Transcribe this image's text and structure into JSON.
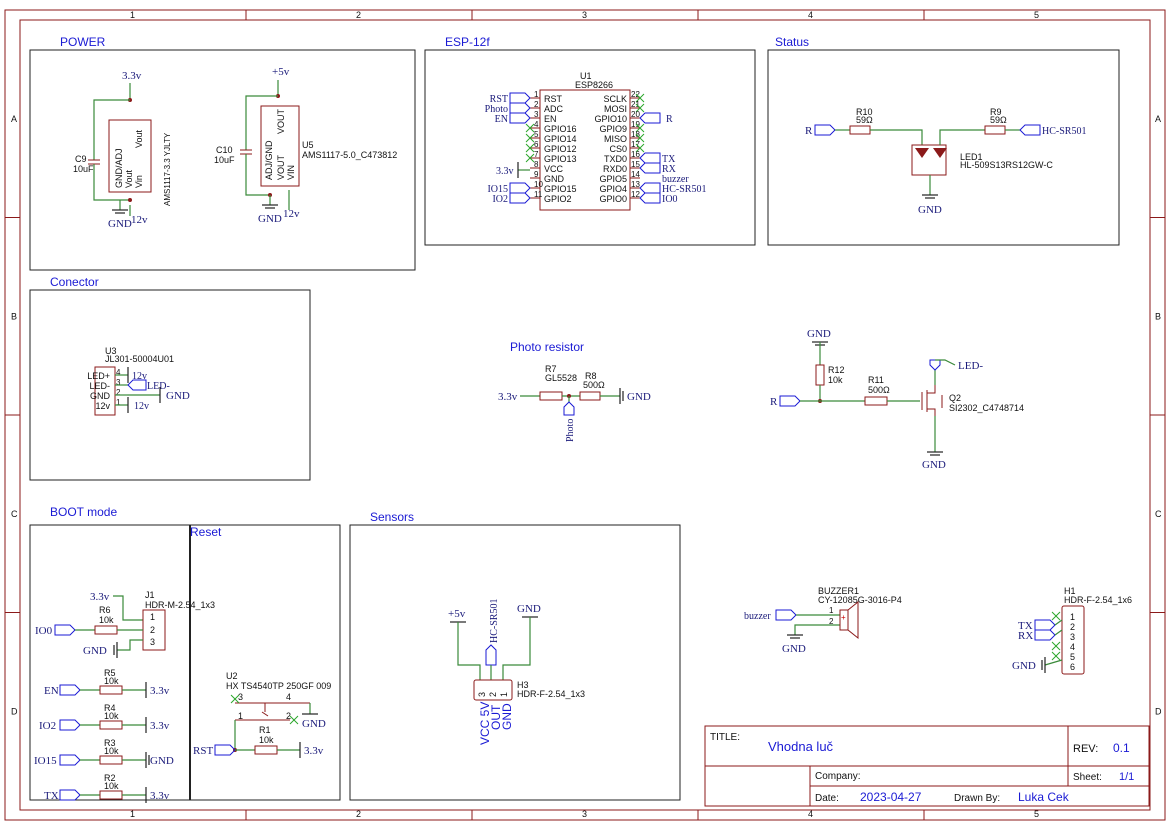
{
  "border": {
    "columns": [
      "1",
      "2",
      "3",
      "4",
      "5"
    ],
    "rows": [
      "A",
      "B",
      "C",
      "D"
    ]
  },
  "sections": {
    "power": "POWER",
    "esp": "ESP-12f",
    "status": "Status",
    "connector": "Conector",
    "photo": "Photo resistor",
    "boot": "BOOT mode",
    "reset": "Reset",
    "sensors": "Sensors"
  },
  "power": {
    "c9_ref": "C9",
    "c9_val": "10uF",
    "ldo1_name": "AMS1117-3.3 YJLTY",
    "ldo1_pins": [
      "GND/ADJ",
      "Vout",
      "Vout",
      "Vin"
    ],
    "ldo1_rail": "3.3v",
    "c10_ref": "C10",
    "c10_val": "10uF",
    "u5_ref": "U5",
    "u5_val": "AMS1117-5.0_C473812",
    "ldo2_pins": [
      "ADJ/GND",
      "VOUT",
      "VOUT",
      "VIN"
    ],
    "ldo2_rail": "+5v",
    "gnd": "GND",
    "in12": "12v"
  },
  "esp": {
    "ref": "U1",
    "name": "ESP8266",
    "left_pins": [
      "RST",
      "ADC",
      "EN",
      "GPIO16",
      "GPIO14",
      "GPIO12",
      "GPIO13",
      "VCC",
      "GND",
      "GPIO15",
      "GPIO2"
    ],
    "left_nums": [
      "1",
      "2",
      "3",
      "4",
      "5",
      "6",
      "7",
      "8",
      "9",
      "10",
      "11"
    ],
    "right_pins": [
      "SCLK",
      "MOSI",
      "GPIO10",
      "GPIO9",
      "MISO",
      "CS0",
      "TXD0",
      "RXD0",
      "GPIO5",
      "GPIO4",
      "GPIO0"
    ],
    "right_nums": [
      "22",
      "21",
      "20",
      "19",
      "18",
      "17",
      "16",
      "15",
      "14",
      "13",
      "12"
    ],
    "left_nets": [
      "RST",
      "Photo",
      "EN",
      "IO15",
      "IO2",
      "3.3v"
    ],
    "right_nets": [
      "R",
      "TX",
      "RX",
      "buzzer",
      "HC-SR501",
      "IO0"
    ]
  },
  "status": {
    "net_r": "R",
    "r10": "R10",
    "r10_val": "59Ω",
    "r9": "R9",
    "r9_val": "59Ω",
    "net_hc": "HC-SR501",
    "led": "LED1",
    "led_val": "HL-509S13RS12GW-C",
    "gnd": "GND"
  },
  "connector": {
    "ref": "U3",
    "val": "JL301-50004U01",
    "pins": [
      "LED+",
      "LED-",
      "GND",
      "12v"
    ],
    "nums": [
      "4",
      "3",
      "2",
      "1"
    ],
    "nets": [
      "12v",
      "LED-",
      "GND",
      "12v"
    ]
  },
  "photo": {
    "rail": "3.3v",
    "r7": "R7",
    "r7_val": "GL5528",
    "r8": "R8",
    "r8_val": "500Ω",
    "gnd": "GND",
    "net": "Photo"
  },
  "driver": {
    "gnd_top": "GND",
    "r12": "R12",
    "r12_val": "10k",
    "r11": "R11",
    "r11_val": "500Ω",
    "net_r": "R",
    "q2": "Q2",
    "q2_val": "SI2302_C4748714",
    "net_led": "LED-",
    "gnd_bot": "GND"
  },
  "boot": {
    "rail": "3.3v",
    "j1": "J1",
    "j1_val": "HDR-M-2.54_1x3",
    "r6": "R6",
    "r6_val": "10k",
    "io0": "IO0",
    "gnd": "GND",
    "rows": [
      {
        "net": "EN",
        "ref": "R5",
        "val": "10k",
        "to": "3.3v"
      },
      {
        "net": "IO2",
        "ref": "R4",
        "val": "10k",
        "to": "3.3v"
      },
      {
        "net": "IO15",
        "ref": "R3",
        "val": "10k",
        "to": "GND"
      },
      {
        "net": "TX",
        "ref": "R2",
        "val": "10k",
        "to": "3.3v"
      }
    ],
    "j1_pins": [
      "1",
      "2",
      "3"
    ]
  },
  "reset": {
    "u2": "U2",
    "u2_val": "HX TS4540TP 250GF 009",
    "pins": [
      "3",
      "4",
      "1",
      "2"
    ],
    "gnd": "GND",
    "net": "RST",
    "r1": "R1",
    "r1_val": "10k",
    "rail": "3.3v"
  },
  "sensors": {
    "p5v": "+5v",
    "hc": "HC-SR501",
    "gnd": "GND",
    "h3": "H3",
    "h3_val": "HDR-F-2.54_1x3",
    "pins": [
      "VCC 5V",
      "OUT",
      "GND"
    ],
    "nums": [
      "3",
      "2",
      "1"
    ]
  },
  "buzzer": {
    "ref": "BUZZER1",
    "val": "CY-12085G-3016-P4",
    "net": "buzzer",
    "gnd": "GND",
    "nums": [
      "1",
      "2"
    ]
  },
  "header": {
    "ref": "H1",
    "val": "HDR-F-2.54_1x6",
    "nums": [
      "1",
      "2",
      "3",
      "4",
      "5",
      "6"
    ],
    "tx": "TX",
    "rx": "RX",
    "gnd": "GND"
  },
  "titleblock": {
    "title_label": "TITLE:",
    "title": "Vhodna luč",
    "rev_label": "REV:",
    "rev": "0.1",
    "company_label": "Company:",
    "company": "",
    "sheet_label": "Sheet:",
    "sheet": "1/1",
    "date_label": "Date:",
    "date": "2023-04-27",
    "drawn_label": "Drawn By:",
    "drawn": "Luka Cek"
  },
  "colors": {
    "frame": "#8b1a1a",
    "wire": "#3a8a3a",
    "label": "#1a1ad4"
  }
}
